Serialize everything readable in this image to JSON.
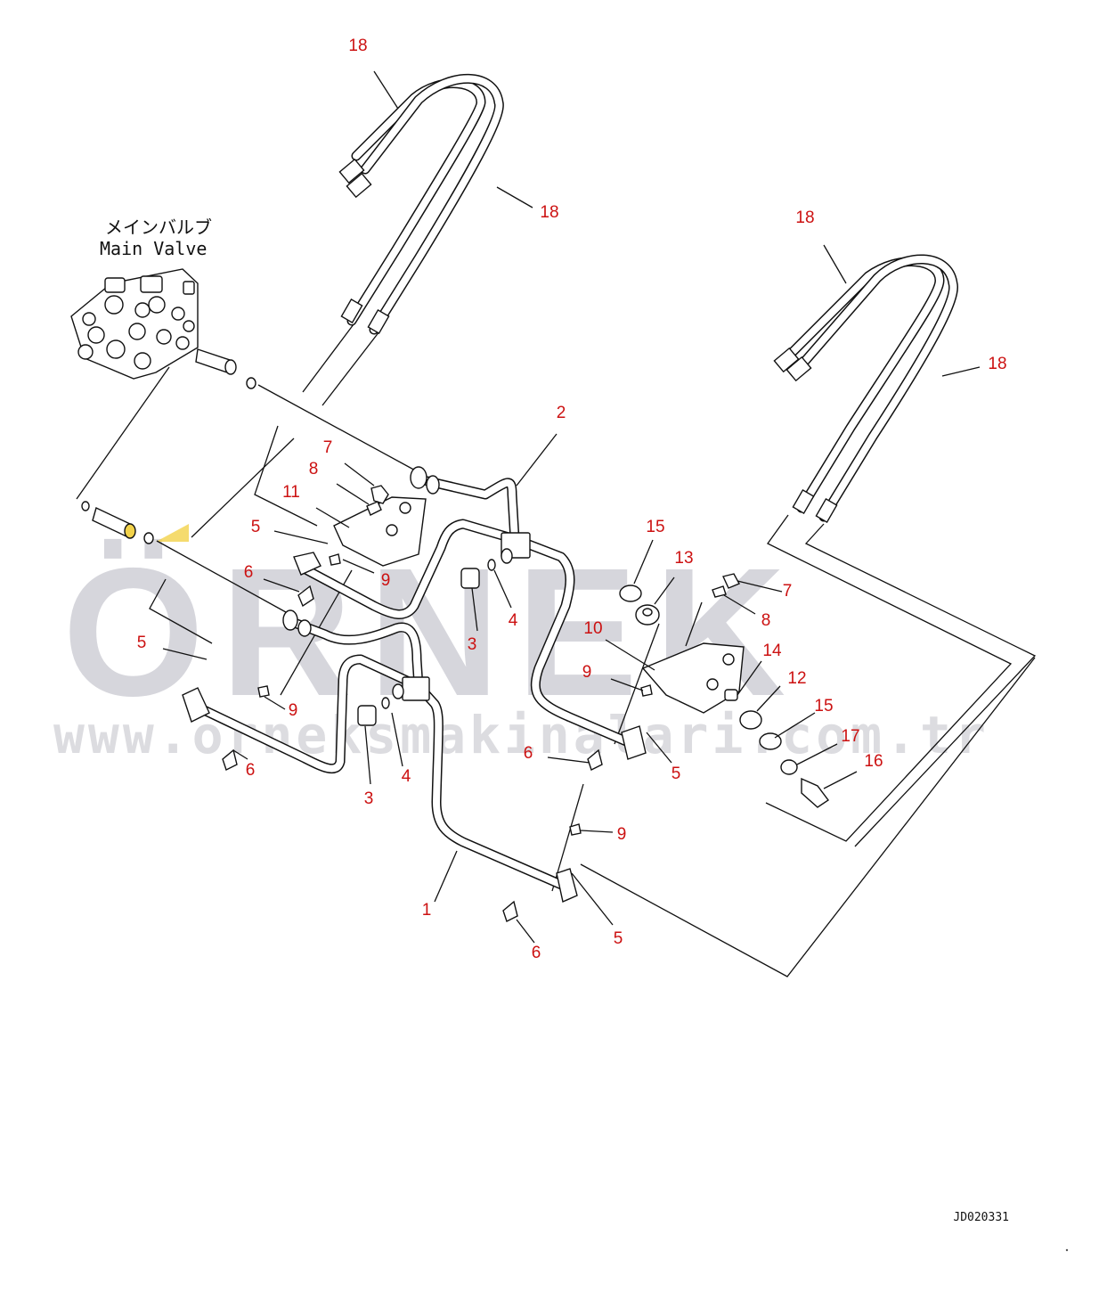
{
  "watermark": {
    "brand": "ÖRNEK",
    "url": "www.orneksmakinalari.com.tr"
  },
  "valve_caption": {
    "jp": "メインバルブ",
    "en": "Main Valve"
  },
  "drawing_code": "JD020331",
  "callouts": [
    "18",
    "18",
    "18",
    "18",
    "2",
    "7",
    "8",
    "11",
    "5",
    "9",
    "6",
    "15",
    "13",
    "7",
    "8",
    "3",
    "4",
    "10",
    "14",
    "9",
    "12",
    "15",
    "5",
    "17",
    "16",
    "6",
    "5",
    "9",
    "6",
    "3",
    "4",
    "1",
    "9",
    "5",
    "6"
  ],
  "colors": {
    "callout": "#cc1111",
    "lines": "#111111",
    "watermark": "#d6d6dc",
    "watermark_accent": "#f2d24a"
  }
}
